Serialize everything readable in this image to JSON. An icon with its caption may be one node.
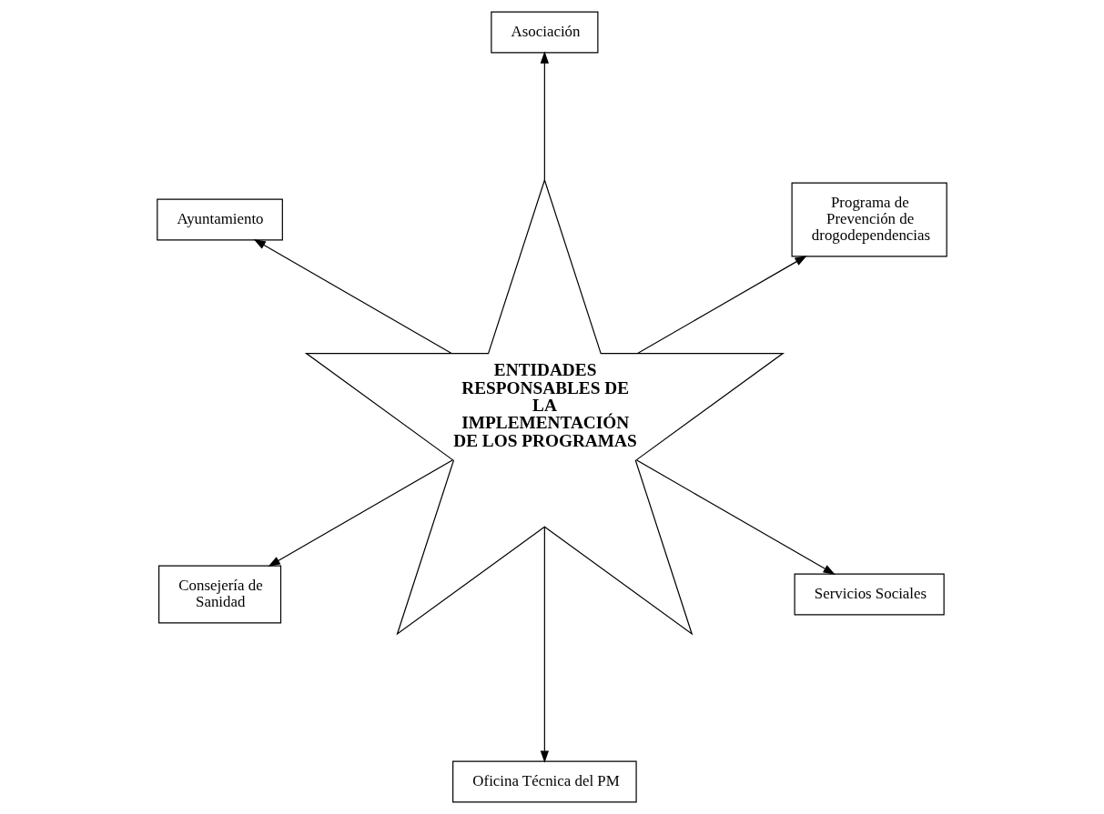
{
  "diagram": {
    "nodes": [
      {
        "text": [
          "Programa de Prevención de drogodependencias"
        ]
      },
      {
        "text": [
          "Asociación"
        ]
      },
      {
        "text": [
          "Ayuntamiento"
        ]
      },
      {
        "text": [
          "ENTIDADES RESPONSABLES DE LA IMPLEMENTACIÓN DE LOS PROGRAMAS"
        ]
      },
      {
        "text": [
          "Consejería de Sanidad"
        ]
      },
      {
        "text": [
          "Oficina Técnica del PM"
        ]
      },
      {
        "text": [
          "Servicios Sociales"
        ]
      }
    ],
    "edges": [
      {
        "from": 3,
        "to": 0,
        "arrow": "to"
      },
      {
        "from": 3,
        "to": 1,
        "arrow": "to"
      },
      {
        "from": 3,
        "to": 5,
        "arrow": "to"
      },
      {
        "from": 3,
        "to": 6,
        "arrow": "to"
      },
      {
        "from": 3,
        "to": 4,
        "arrow": "to"
      },
      {
        "from": 3,
        "to": 2,
        "arrow": "to"
      }
    ]
  }
}
